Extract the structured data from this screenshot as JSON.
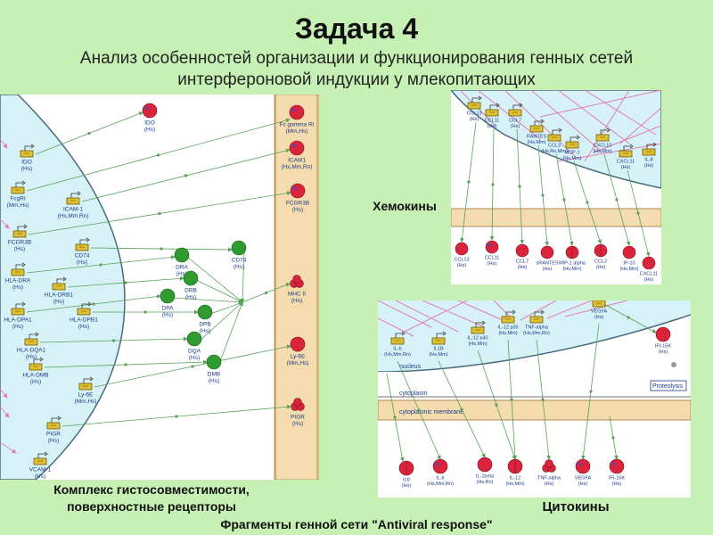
{
  "title": "Задача 4",
  "subtitle": "Анализ особенностей организации и функционирования генных сетей интерфероновой индукции у млекопитающих",
  "captions": {
    "chemokines": "Хемокины",
    "complex_line1": "Комплекс гистосовместимости,",
    "complex_line2": "поверхностные рецепторы",
    "cytokines": "Цитокины",
    "fragments": "Фрагменты генной сети \"Antiviral response\""
  },
  "colors": {
    "page_bg": "#c6f0b4",
    "nucleus_fill": "#d7f2f6",
    "membrane_fill": "#f4dcae",
    "protein_red": "#d9243c",
    "protein_green": "#2f9a2f",
    "gene_box": "#e0c030",
    "arrow_green": "#5aa05a",
    "arrow_pink": "#e07fb0"
  },
  "main_panel": {
    "genes": [
      {
        "name": "IDO",
        "org": "(Hs)"
      },
      {
        "name": "FcgRI",
        "org": "(Mm,Hs)"
      },
      {
        "name": "ICAM-1",
        "org": "(Hs,Mm,Rn)"
      },
      {
        "name": "FCGR3B",
        "org": "(Hs)"
      },
      {
        "name": "CD74",
        "org": "(Hs)"
      },
      {
        "name": "HLA-DRA",
        "org": "(Hs)"
      },
      {
        "name": "HLA-DRB1",
        "org": "(Hs)"
      },
      {
        "name": "HLA-DPA1",
        "org": "(Hs)"
      },
      {
        "name": "HLA-DPB1",
        "org": "(Hs)"
      },
      {
        "name": "HLA-DQA1",
        "org": "(Hs)"
      },
      {
        "name": "HLA-DMB",
        "org": "(Hs)"
      },
      {
        "name": "Ly-6E",
        "org": "(Mm,Hs)"
      },
      {
        "name": "PIGR",
        "org": "(Hs)"
      },
      {
        "name": "VCAM-1",
        "org": "(Hs)"
      }
    ],
    "green_proteins": [
      {
        "name": "DRA",
        "org": "(Hs)"
      },
      {
        "name": "CD74",
        "org": "(Hs)"
      },
      {
        "name": "DRB",
        "org": "(Hs)"
      },
      {
        "name": "DPA",
        "org": "(Hs)"
      },
      {
        "name": "DPB",
        "org": "(Hs)"
      },
      {
        "name": "DQA",
        "org": "(Hs)"
      },
      {
        "name": "DMB",
        "org": "(Hs)"
      }
    ],
    "surface_proteins": [
      {
        "name": "IDO",
        "org": "(Hs)"
      },
      {
        "name": "Fc gamma RI",
        "org": "(Mm,Hs)"
      },
      {
        "name": "ICAM1",
        "org": "(Hs,Mm,Rn)"
      },
      {
        "name": "FCGR3B",
        "org": "(Hs)"
      },
      {
        "name": "MHC II",
        "org": "(Hs)"
      },
      {
        "name": "Ly-6E",
        "org": "(Mm,Hs)"
      },
      {
        "name": "PIGR",
        "org": "(Hs)"
      }
    ]
  },
  "chem_panel": {
    "genes": [
      {
        "name": "CCL13",
        "org": "(Hs)"
      },
      {
        "name": "CCL11",
        "org": "(Hs)"
      },
      {
        "name": "CCL7",
        "org": "(Hs)"
      },
      {
        "name": "RANTES",
        "org": "(Hs,Mm)"
      },
      {
        "name": "CCL3",
        "org": "(Hs,Rn,Mm)"
      },
      {
        "name": "MCP-1",
        "org": "(Hs,Mm)"
      },
      {
        "name": "CXCL10",
        "org": "(Hs,Mm)"
      },
      {
        "name": "CXCL11",
        "org": "(Hs)"
      },
      {
        "name": "IL-8",
        "org": "(Hs)"
      }
    ],
    "proteins": [
      {
        "name": "CCL13",
        "org": "(Hs)"
      },
      {
        "name": "CCL11",
        "org": "(Hs)"
      },
      {
        "name": "CCL7",
        "org": "(Hs)"
      },
      {
        "name": "sRANTES",
        "org": "(Hs)"
      },
      {
        "name": "MIP-1 alpha",
        "org": "(Hs,Mm)"
      },
      {
        "name": "CCL2",
        "org": "(Hs)"
      },
      {
        "name": "IP-10",
        "org": "(Hs,Mm)"
      },
      {
        "name": "CXCL11",
        "org": "(Hs)"
      }
    ]
  },
  "cyto_panel": {
    "compartments": {
      "nucleus": "nucleus",
      "cytoplasm": "cytoplasm",
      "membrane": "cytoplasmic membrane"
    },
    "proteolysis": "Proteolysis",
    "genes": [
      {
        "name": "VEGFA",
        "org": "(Hs)"
      },
      {
        "name": "TNF-alpha",
        "org": "(Hs,Mm,Rn)"
      },
      {
        "name": "IL-12 p35",
        "org": "(Hs,Mm)"
      },
      {
        "name": "IL-12 p40",
        "org": "(Hs,Mm)"
      },
      {
        "name": "IL1B",
        "org": "(Hs,Mm)"
      },
      {
        "name": "IL-6",
        "org": "(Hs,Mm,Rn)"
      }
    ],
    "ifi_top": {
      "name": "IFI-15K",
      "org": "(Hs)"
    },
    "proteins": [
      {
        "name": "IL8",
        "org": "(Hs)"
      },
      {
        "name": "IL-6",
        "org": "(Hs,Mm,Rn)"
      },
      {
        "name": "IL-1beta",
        "org": "(Hs,Rn)"
      },
      {
        "name": "IL-12",
        "org": "(Hs,Mm)"
      },
      {
        "name": "TNF-alpha",
        "org": "(Hs)"
      },
      {
        "name": "VEGFA",
        "org": "(Hs)"
      },
      {
        "name": "IFI-15K",
        "org": "(Hs)"
      }
    ]
  }
}
